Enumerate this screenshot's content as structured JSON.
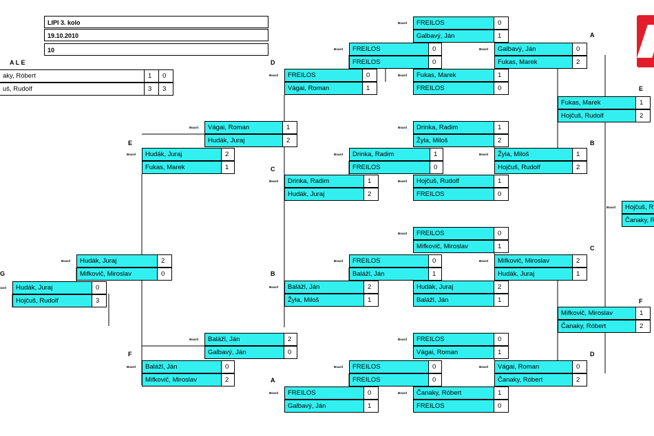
{
  "info": {
    "title": "LIPI 3. kolo",
    "date": "19.10.2010",
    "count": "10"
  },
  "final": {
    "heading": "A L E",
    "rows": [
      {
        "name": "aky, Róbert",
        "s1": "1",
        "s2": "0"
      },
      {
        "name": "uš, Rudolf",
        "s1": "3",
        "s2": "3"
      }
    ]
  },
  "board_tag": "Board",
  "letters": [
    "D",
    "A",
    "E",
    "E",
    "B",
    "C",
    "G",
    "B",
    "F",
    "C",
    "F",
    "A",
    "D"
  ],
  "matches": [
    {
      "letter": "",
      "names": [
        "FREILOS",
        "Galbavý, Ján"
      ],
      "scores": [
        "0",
        "1"
      ],
      "tag": true
    },
    {
      "letter": "",
      "names": [
        "FREILOS",
        "FREILOS"
      ],
      "scores": [
        "0",
        "0"
      ],
      "tag": true
    },
    {
      "letter": "",
      "names": [
        "Galbavý, Ján",
        "Fukas, Marek"
      ],
      "scores": [
        "0",
        "2"
      ],
      "tag": true
    },
    {
      "letter": "",
      "names": [
        "FREILOS",
        "Vágai, Roman"
      ],
      "scores": [
        "0",
        "1"
      ],
      "tag": true
    },
    {
      "letter": "",
      "names": [
        "Fukas, Marek",
        "FREILOS"
      ],
      "scores": [
        "1",
        "0"
      ],
      "tag": true
    },
    {
      "letter": "",
      "names": [
        "Fukas, Marek",
        "Hojčuš, Rudolf"
      ],
      "scores": [
        "1",
        "2"
      ],
      "tag": false
    },
    {
      "letter": "",
      "names": [
        "Vágai, Roman",
        "Hudák, Juraj"
      ],
      "scores": [
        "1",
        "2"
      ],
      "tag": true
    },
    {
      "letter": "",
      "names": [
        "Drinka, Radim",
        "Žyla, Miloš"
      ],
      "scores": [
        "1",
        "2"
      ],
      "tag": true
    },
    {
      "letter": "",
      "names": [
        "Hudák, Juraj",
        "Fukas, Marek"
      ],
      "scores": [
        "2",
        "1"
      ],
      "tag": true
    },
    {
      "letter": "",
      "names": [
        "Drinka, Radim",
        "FREILOS"
      ],
      "scores": [
        "1",
        "0"
      ],
      "tag": true
    },
    {
      "letter": "",
      "names": [
        "Žyla, Miloš",
        "Hojčuš, Rudolf"
      ],
      "scores": [
        "1",
        "2"
      ],
      "tag": true
    },
    {
      "letter": "",
      "names": [
        "Drinka, Radim",
        "Hudák, Juraj"
      ],
      "scores": [
        "1",
        "2"
      ],
      "tag": true
    },
    {
      "letter": "",
      "names": [
        "Hojčuš, Rudolf",
        "FREILOS"
      ],
      "scores": [
        "1",
        "0"
      ],
      "tag": true
    },
    {
      "letter": "",
      "names": [
        "Hojčuš, R",
        "Čanaky, R"
      ],
      "scores": [
        "",
        ""
      ],
      "tag": true
    },
    {
      "letter": "",
      "names": [
        "FREILOS",
        "Mifkovič, Miroslav"
      ],
      "scores": [
        "0",
        "1"
      ],
      "tag": true
    },
    {
      "letter": "",
      "names": [
        "FREILOS",
        "Balážl, Ján"
      ],
      "scores": [
        "0",
        "1"
      ],
      "tag": true
    },
    {
      "letter": "",
      "names": [
        "Mifkovič, Miroslav",
        "Hudák, Juraj"
      ],
      "scores": [
        "2",
        "1"
      ],
      "tag": true
    },
    {
      "letter": "",
      "names": [
        "Hudák, Juraj",
        "Mifkovič, Miroslav"
      ],
      "scores": [
        "2",
        "0"
      ],
      "tag": true
    },
    {
      "letter": "",
      "names": [
        "Balážl, Ján",
        "Žyla, Miloš"
      ],
      "scores": [
        "2",
        "1"
      ],
      "tag": true
    },
    {
      "letter": "",
      "names": [
        "Hudák, Juraj",
        "Balážl, Ján"
      ],
      "scores": [
        "2",
        "1"
      ],
      "tag": false
    },
    {
      "letter": "",
      "names": [
        "Hudák, Juraj",
        "Hojčuš, Rudolf"
      ],
      "scores": [
        "0",
        "3"
      ],
      "tag": true
    },
    {
      "letter": "",
      "names": [
        "Mifkovič, Miroslav",
        "Čanaky, Róbert"
      ],
      "scores": [
        "1",
        "2"
      ],
      "tag": false
    },
    {
      "letter": "",
      "names": [
        "Balážl, Ján",
        "Galbavý, Ján"
      ],
      "scores": [
        "2",
        "0"
      ],
      "tag": true
    },
    {
      "letter": "",
      "names": [
        "FREILOS",
        "Vágai, Roman"
      ],
      "scores": [
        "0",
        "1"
      ],
      "tag": true
    },
    {
      "letter": "",
      "names": [
        "Balážl, Ján",
        "Mifkovič, Miroslav"
      ],
      "scores": [
        "0",
        "2"
      ],
      "tag": true
    },
    {
      "letter": "",
      "names": [
        "FREILOS",
        "FREILOS"
      ],
      "scores": [
        "0",
        "0"
      ],
      "tag": true
    },
    {
      "letter": "",
      "names": [
        "Vágai, Roman",
        "Čanaky, Róbert"
      ],
      "scores": [
        "0",
        "2"
      ],
      "tag": true
    },
    {
      "letter": "",
      "names": [
        "FREILOS",
        "Galbavý, Ján"
      ],
      "scores": [
        "0",
        "1"
      ],
      "tag": true
    },
    {
      "letter": "",
      "names": [
        "Čanaky, Róbert",
        "FREILOS"
      ],
      "scores": [
        "1",
        "0"
      ],
      "tag": true
    }
  ]
}
